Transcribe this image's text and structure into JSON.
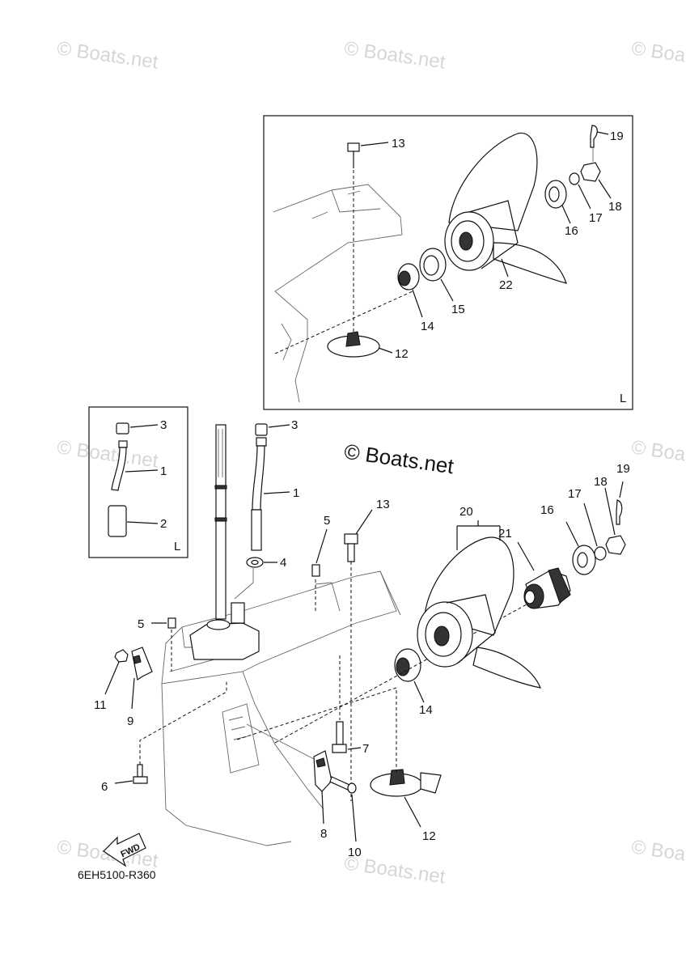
{
  "watermarks": {
    "small": "© Boats.net",
    "main": "© Boats.net"
  },
  "diagram_code": "6EH5100-R360",
  "inset_marker": "L",
  "fwd_label": "FWD",
  "callouts": {
    "c1": "1",
    "c1b": "1",
    "c2": "2",
    "c3": "3",
    "c3b": "3",
    "c4": "4",
    "c5": "5",
    "c5b": "5",
    "c6": "6",
    "c7": "7",
    "c8": "8",
    "c9": "9",
    "c10": "10",
    "c11": "11",
    "c12": "12",
    "c12b": "12",
    "c13": "13",
    "c13b": "13",
    "c14": "14",
    "c14b": "14",
    "c15": "15",
    "c16": "16",
    "c16b": "16",
    "c17": "17",
    "c17b": "17",
    "c18": "18",
    "c18b": "18",
    "c19": "19",
    "c19b": "19",
    "c20": "20",
    "c21": "21",
    "c22": "22"
  }
}
